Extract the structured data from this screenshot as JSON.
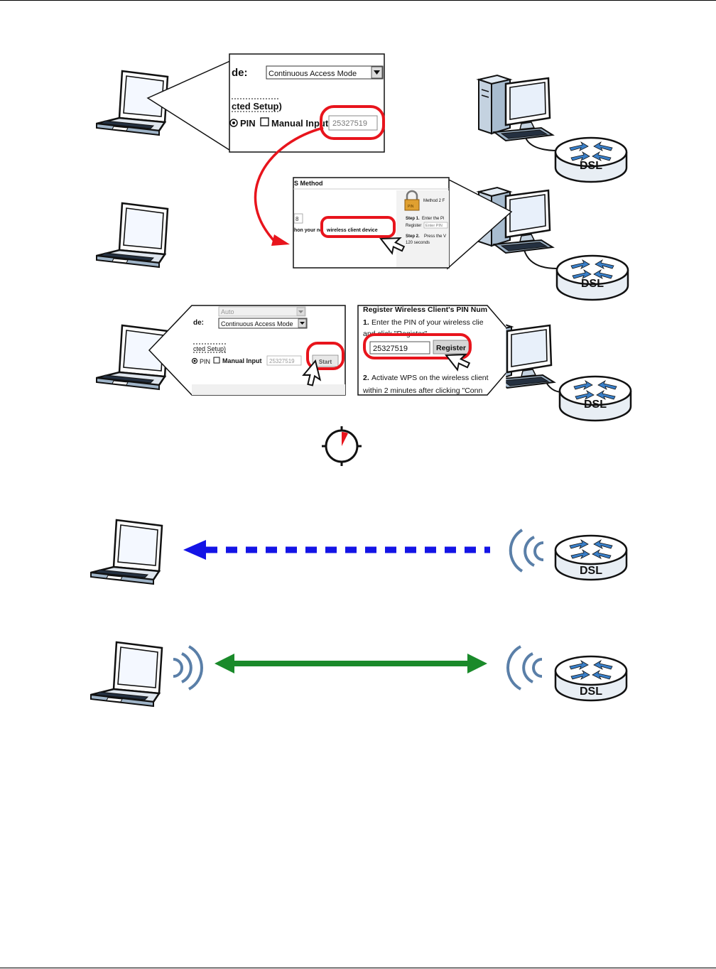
{
  "panel1": {
    "mode_label_fragment": "de:",
    "mode_value": "Continuous Access Mode",
    "setup_fragment": "cted Setup)",
    "pin_label": "PIN",
    "manual_label": "Manual Input",
    "pin_value": "25327519"
  },
  "panel2": {
    "title_fragment": "S Method",
    "method2_fragment": "Method 2 F",
    "field_value": "8",
    "client_text_left": "hon your ne",
    "client_text_highlight": "wireless client device",
    "step1_fragment": "Step 1.",
    "step1_text": "Enter the Pi",
    "register_fragment": "Register",
    "enter_pin_placeholder": "Enter PIN",
    "step2_fragment": "Step 2.",
    "step2_text": "Press the V",
    "seconds_text": "120 seconds",
    "lock_label": "PIN"
  },
  "panel3": {
    "auto_value": "Auto",
    "mode_label_fragment": "de:",
    "mode_value": "Continuous Access Mode",
    "setup_fragment": "cted Setup)",
    "pin_label": "PIN",
    "manual_label": "Manual Input",
    "pin_value": "25327519",
    "start_label": "Start"
  },
  "panel4": {
    "title_fragment": "Register Wireless Client's PIN Num",
    "step1_number": "1.",
    "step1_text": "Enter the PIN of your wireless clie",
    "step1_line2": "and click \"Register\"",
    "pin_value": "25327519",
    "register_label": "Register",
    "step2_number": "2.",
    "step2_text": "Activate WPS on the wireless client",
    "step2_line2": "within 2 minutes after clicking \"Conn"
  },
  "dsl_label": "DSL",
  "colors": {
    "highlight_red": "#e8141c",
    "arrow_blue": "#1414e6",
    "arrow_green": "#1a8a2a",
    "router_blue": "#3a7fc8"
  }
}
